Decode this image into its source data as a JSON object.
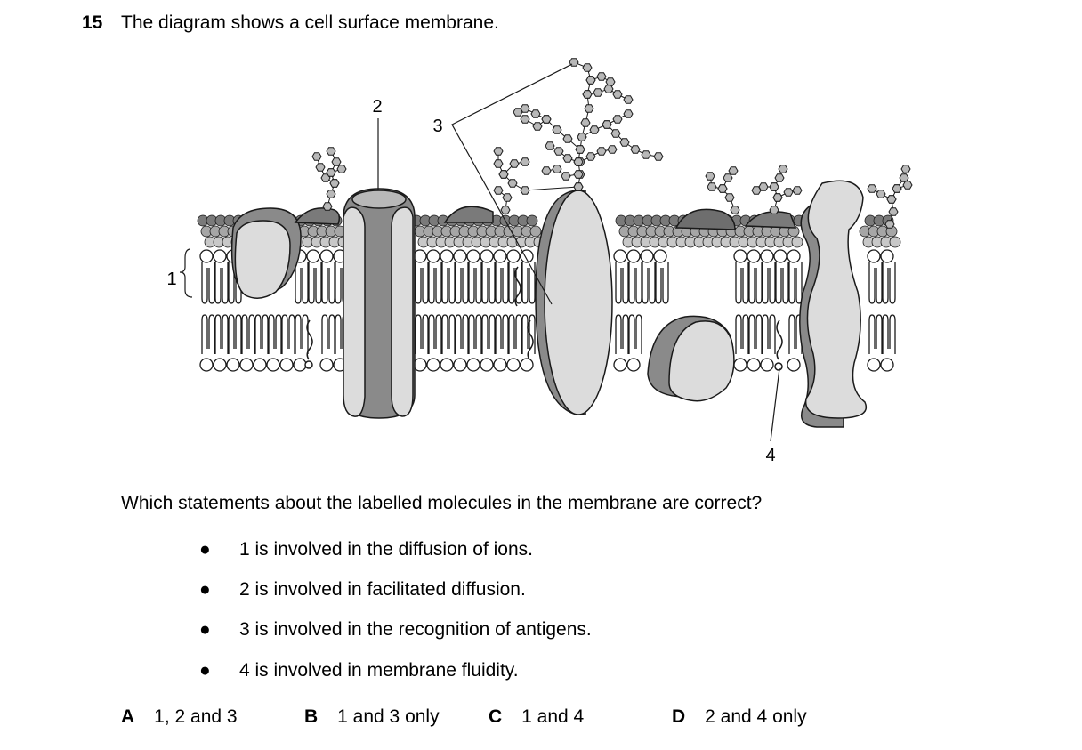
{
  "question": {
    "number": "15",
    "stem": "The diagram shows a cell surface membrane."
  },
  "diagram": {
    "labels": [
      "1",
      "2",
      "3",
      "4"
    ]
  },
  "prompt": "Which statements about the labelled molecules in the membrane are correct?",
  "statements": [
    {
      "bullet": "●",
      "text": "1 is involved in the diffusion of ions."
    },
    {
      "bullet": "●",
      "text": "2 is involved in facilitated diffusion."
    },
    {
      "bullet": "●",
      "text": "3 is involved in the recognition of antigens."
    },
    {
      "bullet": "●",
      "text": "4 is involved in membrane fluidity."
    }
  ],
  "options": [
    {
      "letter": "A",
      "text": "1, 2 and 3"
    },
    {
      "letter": "B",
      "text": "1 and 3 only"
    },
    {
      "letter": "C",
      "text": "1 and 4"
    },
    {
      "letter": "D",
      "text": "2 and 4 only"
    }
  ],
  "colors": {
    "head_dark": "#7a7a7a",
    "head_light": "#c8c8c8",
    "protein_light": "#dcdcdc",
    "protein_dark": "#8a8a8a",
    "glyco": "#b8b8b8",
    "outline": "#1a1a1a"
  }
}
